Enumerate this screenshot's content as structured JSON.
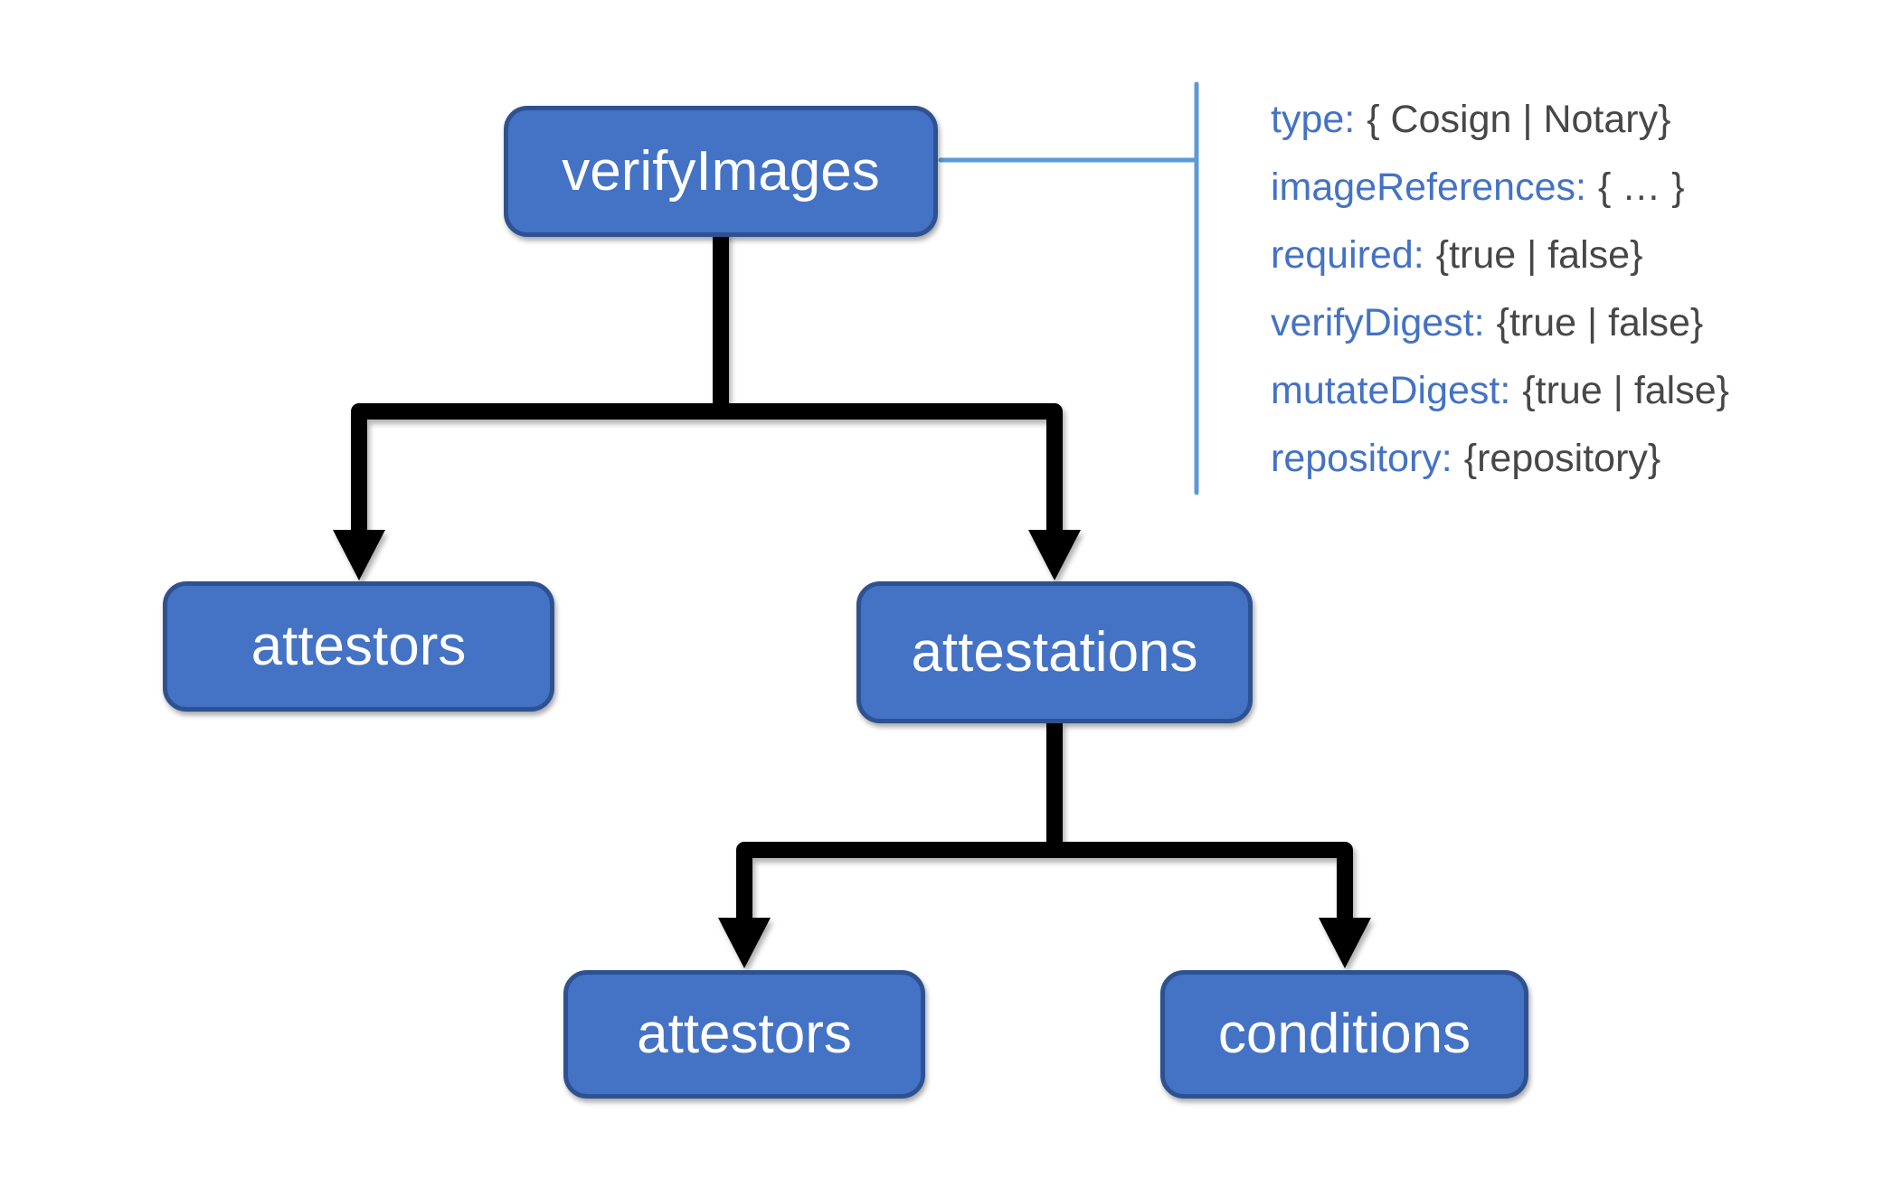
{
  "diagram": {
    "nodes": {
      "root": {
        "label": "verifyImages"
      },
      "attestors": {
        "label": "attestors"
      },
      "attestations": {
        "label": "attestations"
      },
      "attestors_child": {
        "label": "attestors"
      },
      "conditions": {
        "label": "conditions"
      }
    },
    "attributes": {
      "fields": [
        {
          "key": "type:",
          "value": "{ Cosign | Notary}"
        },
        {
          "key": "imageReferences:",
          "value": "{ … }"
        },
        {
          "key": "required:",
          "value": "{true | false}"
        },
        {
          "key": "verifyDigest:",
          "value": "{true | false}"
        },
        {
          "key": "mutateDigest:",
          "value": "{true | false}"
        },
        {
          "key": "repository:",
          "value": "{repository}"
        }
      ]
    },
    "colors": {
      "background": "#ffffff",
      "node_fill": "#4472c4",
      "node_border": "#2e5291",
      "node_text": "#ffffff",
      "connector": "#000000",
      "bracket": "#5b9bd5",
      "attribute_key": "#4472c4",
      "attribute_value": "#474747"
    }
  }
}
